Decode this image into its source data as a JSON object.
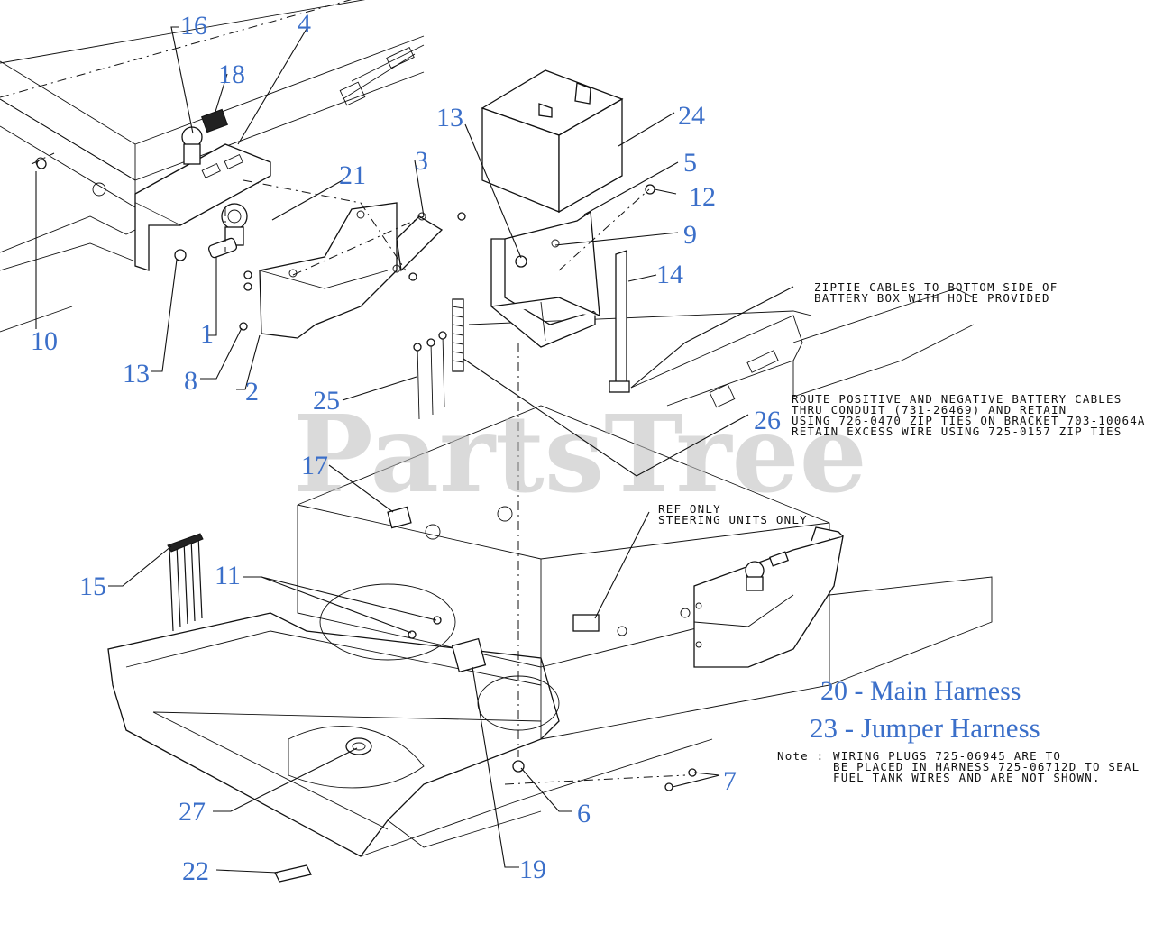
{
  "watermark": "PartsTree",
  "callouts": [
    {
      "id": "c16",
      "label": "16"
    },
    {
      "id": "c4",
      "label": "4"
    },
    {
      "id": "c18",
      "label": "18"
    },
    {
      "id": "c21",
      "label": "21"
    },
    {
      "id": "c3",
      "label": "3"
    },
    {
      "id": "c13a",
      "label": "13"
    },
    {
      "id": "c24",
      "label": "24"
    },
    {
      "id": "c5",
      "label": "5"
    },
    {
      "id": "c12",
      "label": "12"
    },
    {
      "id": "c9",
      "label": "9"
    },
    {
      "id": "c14",
      "label": "14"
    },
    {
      "id": "c10",
      "label": "10"
    },
    {
      "id": "c1",
      "label": "1"
    },
    {
      "id": "c13b",
      "label": "13"
    },
    {
      "id": "c8",
      "label": "8"
    },
    {
      "id": "c2",
      "label": "2"
    },
    {
      "id": "c25",
      "label": "25"
    },
    {
      "id": "c26",
      "label": "26"
    },
    {
      "id": "c17",
      "label": "17"
    },
    {
      "id": "c15",
      "label": "15"
    },
    {
      "id": "c11",
      "label": "11"
    },
    {
      "id": "c7",
      "label": "7"
    },
    {
      "id": "c27",
      "label": "27"
    },
    {
      "id": "c6",
      "label": "6"
    },
    {
      "id": "c22",
      "label": "22"
    },
    {
      "id": "c19",
      "label": "19"
    }
  ],
  "notes": {
    "ziptie": [
      "ZIPTIE CABLES TO BOTTOM SIDE OF",
      "BATTERY BOX WITH HOLE PROVIDED"
    ],
    "route": [
      "ROUTE POSITIVE AND NEGATIVE BATTERY CABLES",
      "THRU CONDUIT (731-26469) AND RETAIN",
      "USING 726-0470 ZIP TIES ON BRACKET 703-10064A",
      "RETAIN EXCESS WIRE USING 725-0157 ZIP TIES"
    ],
    "ref": [
      "REF ONLY",
      "STEERING UNITS ONLY"
    ],
    "wiring_prefix": "Note :",
    "wiring": [
      "WIRING PLUGS 725-06945 ARE TO",
      "BE PLACED IN HARNESS 725-06712D TO SEAL",
      "FUEL TANK WIRES AND ARE NOT SHOWN."
    ]
  },
  "legend": [
    {
      "number": "20",
      "dash": " - ",
      "name": "Main Harness"
    },
    {
      "number": "23",
      "dash": " - ",
      "name": "Jumper Harness"
    }
  ],
  "colors": {
    "callout": "#3b6fc9",
    "line": "#111111",
    "watermark": "#bdbdbd"
  }
}
